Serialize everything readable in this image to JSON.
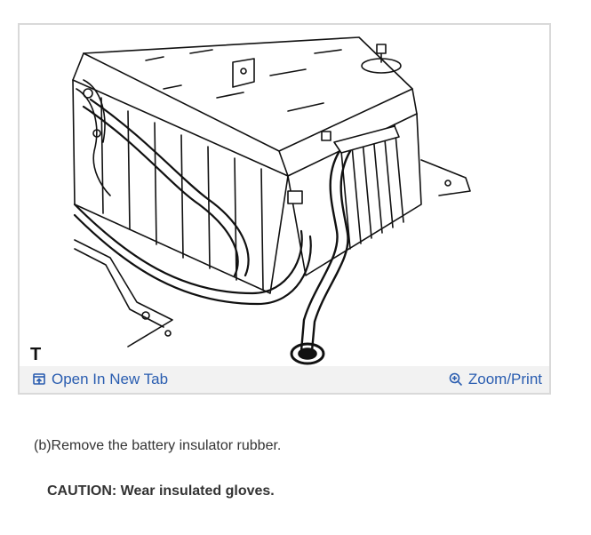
{
  "figure": {
    "tag": "T",
    "open_tab_label": "Open In New Tab",
    "zoom_label": "Zoom/Print",
    "open_tab_icon": "open-new-tab-icon",
    "zoom_icon": "magnifier-plus-icon",
    "link_color": "#2a5db0"
  },
  "instructions": {
    "step": "(b)Remove the battery insulator rubber.",
    "caution": "CAUTION: Wear insulated gloves."
  }
}
